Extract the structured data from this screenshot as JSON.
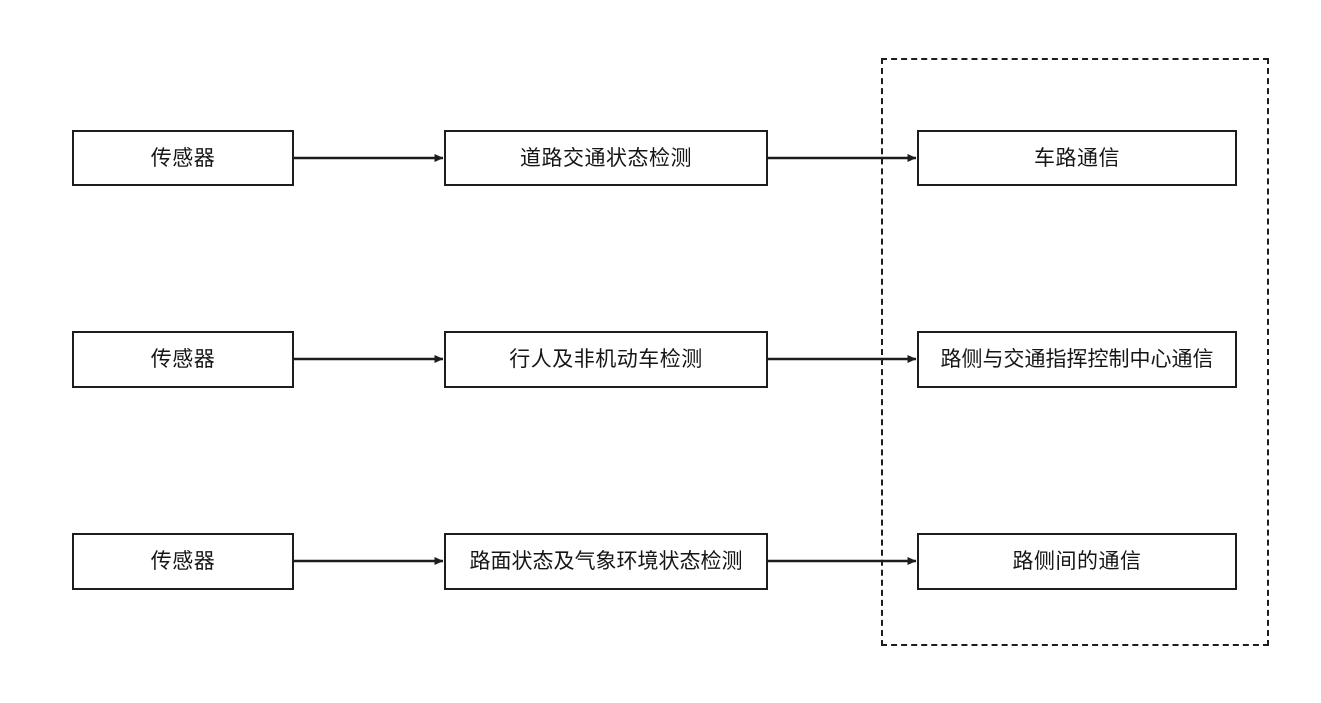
{
  "diagram": {
    "title": "",
    "type": "flow-diagram",
    "background_color": "#ffffff",
    "stroke_color": "#1d1d1d",
    "rows": [
      {
        "sensor": "传感器",
        "detection": "道路交通状态检测",
        "communication": "车路通信"
      },
      {
        "sensor": "传感器",
        "detection": "行人及非机动车检测",
        "communication": "路侧与交通指挥控制中心通信"
      },
      {
        "sensor": "传感器",
        "detection": "路面状态及气象环境状态检测",
        "communication": "路侧间的通信"
      }
    ],
    "group": {
      "label": "",
      "border_style": "dashed",
      "border_color": "#1d1d1d"
    },
    "connectors": [
      {
        "from": "sensor-1",
        "to": "detection-1",
        "style": "arrow"
      },
      {
        "from": "detection-1",
        "to": "communication-1",
        "style": "arrow"
      },
      {
        "from": "sensor-2",
        "to": "detection-2",
        "style": "arrow"
      },
      {
        "from": "detection-2",
        "to": "communication-2",
        "style": "arrow"
      },
      {
        "from": "sensor-3",
        "to": "detection-3",
        "style": "arrow"
      },
      {
        "from": "detection-3",
        "to": "communication-3",
        "style": "arrow"
      }
    ]
  }
}
